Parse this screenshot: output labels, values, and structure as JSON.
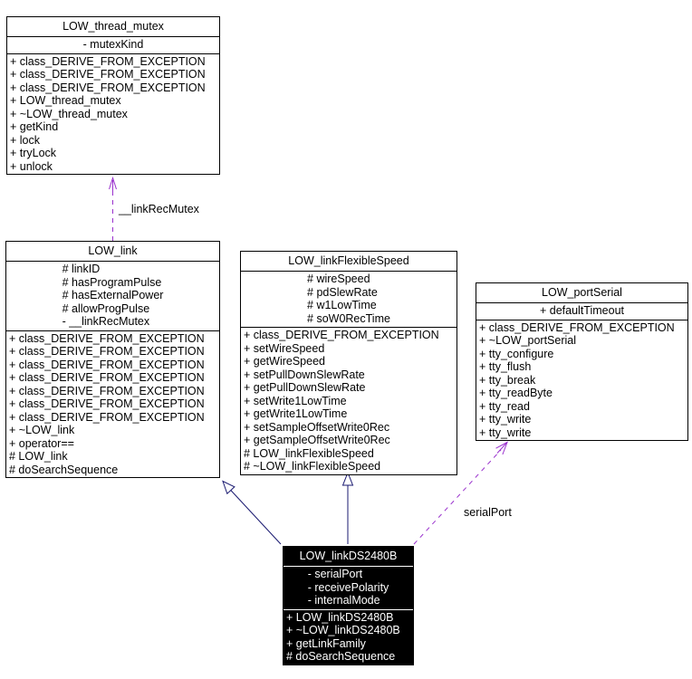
{
  "diagram": {
    "kind": "uml-collaboration-diagram",
    "classes": [
      {
        "name": "LOW_thread_mutex",
        "attributes": [
          "- mutexKind"
        ],
        "methods": [
          "+ class_DERIVE_FROM_EXCEPTION",
          "+ class_DERIVE_FROM_EXCEPTION",
          "+ class_DERIVE_FROM_EXCEPTION",
          "+ LOW_thread_mutex",
          "+ ~LOW_thread_mutex",
          "+ getKind",
          "+ lock",
          "+ tryLock",
          "+ unlock"
        ]
      },
      {
        "name": "LOW_link",
        "attributes": [
          "# linkID",
          "# hasProgramPulse",
          "# hasExternalPower",
          "# allowProgPulse",
          "- __linkRecMutex"
        ],
        "methods": [
          "+ class_DERIVE_FROM_EXCEPTION",
          "+ class_DERIVE_FROM_EXCEPTION",
          "+ class_DERIVE_FROM_EXCEPTION",
          "+ class_DERIVE_FROM_EXCEPTION",
          "+ class_DERIVE_FROM_EXCEPTION",
          "+ class_DERIVE_FROM_EXCEPTION",
          "+ class_DERIVE_FROM_EXCEPTION",
          "+ ~LOW_link",
          "+ operator==",
          "# LOW_link",
          "# doSearchSequence"
        ]
      },
      {
        "name": "LOW_linkFlexibleSpeed",
        "attributes": [
          "# wireSpeed",
          "# pdSlewRate",
          "# w1LowTime",
          "# soW0RecTime"
        ],
        "methods": [
          "+ class_DERIVE_FROM_EXCEPTION",
          "+ setWireSpeed",
          "+ getWireSpeed",
          "+ setPullDownSlewRate",
          "+ getPullDownSlewRate",
          "+ setWrite1LowTime",
          "+ getWrite1LowTime",
          "+ setSampleOffsetWrite0Rec",
          "+ getSampleOffsetWrite0Rec",
          "# LOW_linkFlexibleSpeed",
          "# ~LOW_linkFlexibleSpeed"
        ]
      },
      {
        "name": "LOW_portSerial",
        "attributes": [
          "+ defaultTimeout"
        ],
        "methods": [
          "+ class_DERIVE_FROM_EXCEPTION",
          "+ ~LOW_portSerial",
          "+ tty_configure",
          "+ tty_flush",
          "+ tty_break",
          "+ tty_readByte",
          "+ tty_read",
          "+ tty_write",
          "+ tty_write"
        ]
      },
      {
        "name": "LOW_linkDS2480B",
        "highlighted": true,
        "attributes": [
          "- serialPort",
          "- receivePolarity",
          "- internalMode"
        ],
        "methods": [
          "+ LOW_linkDS2480B",
          "+ ~LOW_linkDS2480B",
          "+ getLinkFamily",
          "# doSearchSequence"
        ]
      }
    ],
    "edges": [
      {
        "from": "LOW_link",
        "to": "LOW_thread_mutex",
        "label": "__linkRecMutex",
        "style": "dashed-usage",
        "color": "#9a32cd"
      },
      {
        "from": "LOW_linkDS2480B",
        "to": "LOW_portSerial",
        "label": "serialPort",
        "style": "dashed-usage",
        "color": "#9a32cd"
      },
      {
        "from": "LOW_linkDS2480B",
        "to": "LOW_link",
        "label": "",
        "style": "inheritance",
        "color": "#191970"
      },
      {
        "from": "LOW_linkDS2480B",
        "to": "LOW_linkFlexibleSpeed",
        "label": "",
        "style": "inheritance",
        "color": "#191970"
      }
    ],
    "colors": {
      "usage_edge": "#9a32cd",
      "inheritance_edge": "#191970",
      "box_border": "#000000",
      "highlight_bg": "#000000",
      "highlight_text": "#ffffff",
      "background": "#ffffff"
    }
  }
}
